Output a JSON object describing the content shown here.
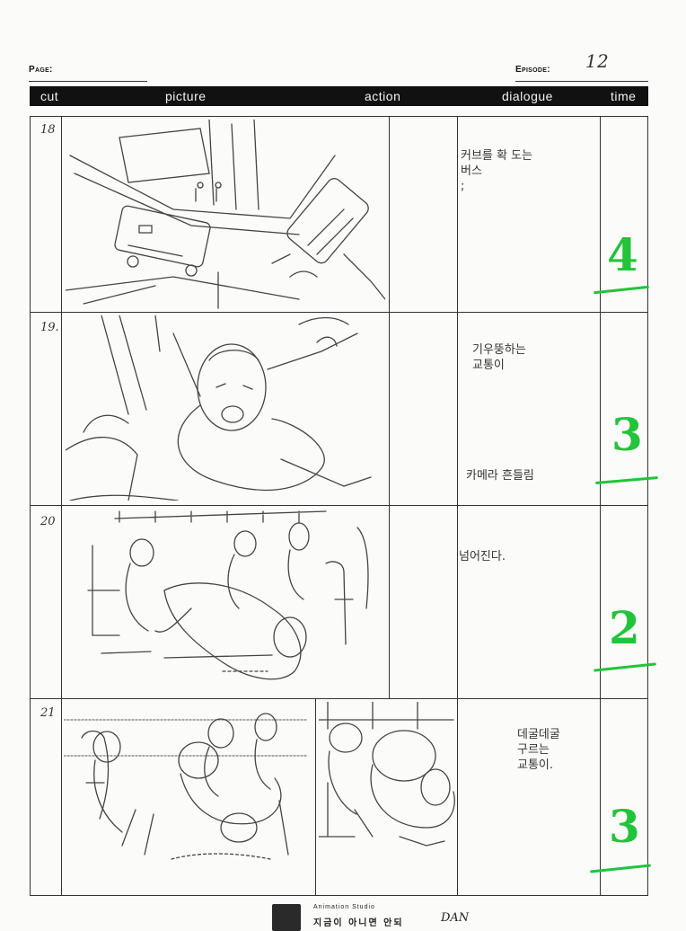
{
  "header": {
    "page_label": "Page:",
    "episode_label": "Episode:",
    "episode_value": "12"
  },
  "columns": {
    "cut": "cut",
    "picture": "picture",
    "action": "action",
    "dialogue": "dialogue",
    "time": "time"
  },
  "cuts": [
    {
      "number": "18",
      "dialogue": "커브를 확 도는\n버스\n;",
      "dialogue_extra": "",
      "time": "4"
    },
    {
      "number": "19.",
      "dialogue": "기우뚱하는\n교통이",
      "dialogue_extra": "카메라 흔들림",
      "time": "3"
    },
    {
      "number": "20",
      "dialogue": "넘어진다.",
      "dialogue_extra": "",
      "time": "2"
    },
    {
      "number": "21",
      "dialogue": "데굴데굴\n구르는\n교통이.",
      "dialogue_extra": "",
      "time": "3"
    }
  ],
  "footer": {
    "studio_name": "Animation Studio",
    "motto": "지금이 아니면 안되",
    "signature": "DAN"
  },
  "colors": {
    "time_mark": "#22c43a",
    "header_bar": "#111111"
  },
  "icons": {
    "studio_logo": "studio-logo-icon"
  }
}
